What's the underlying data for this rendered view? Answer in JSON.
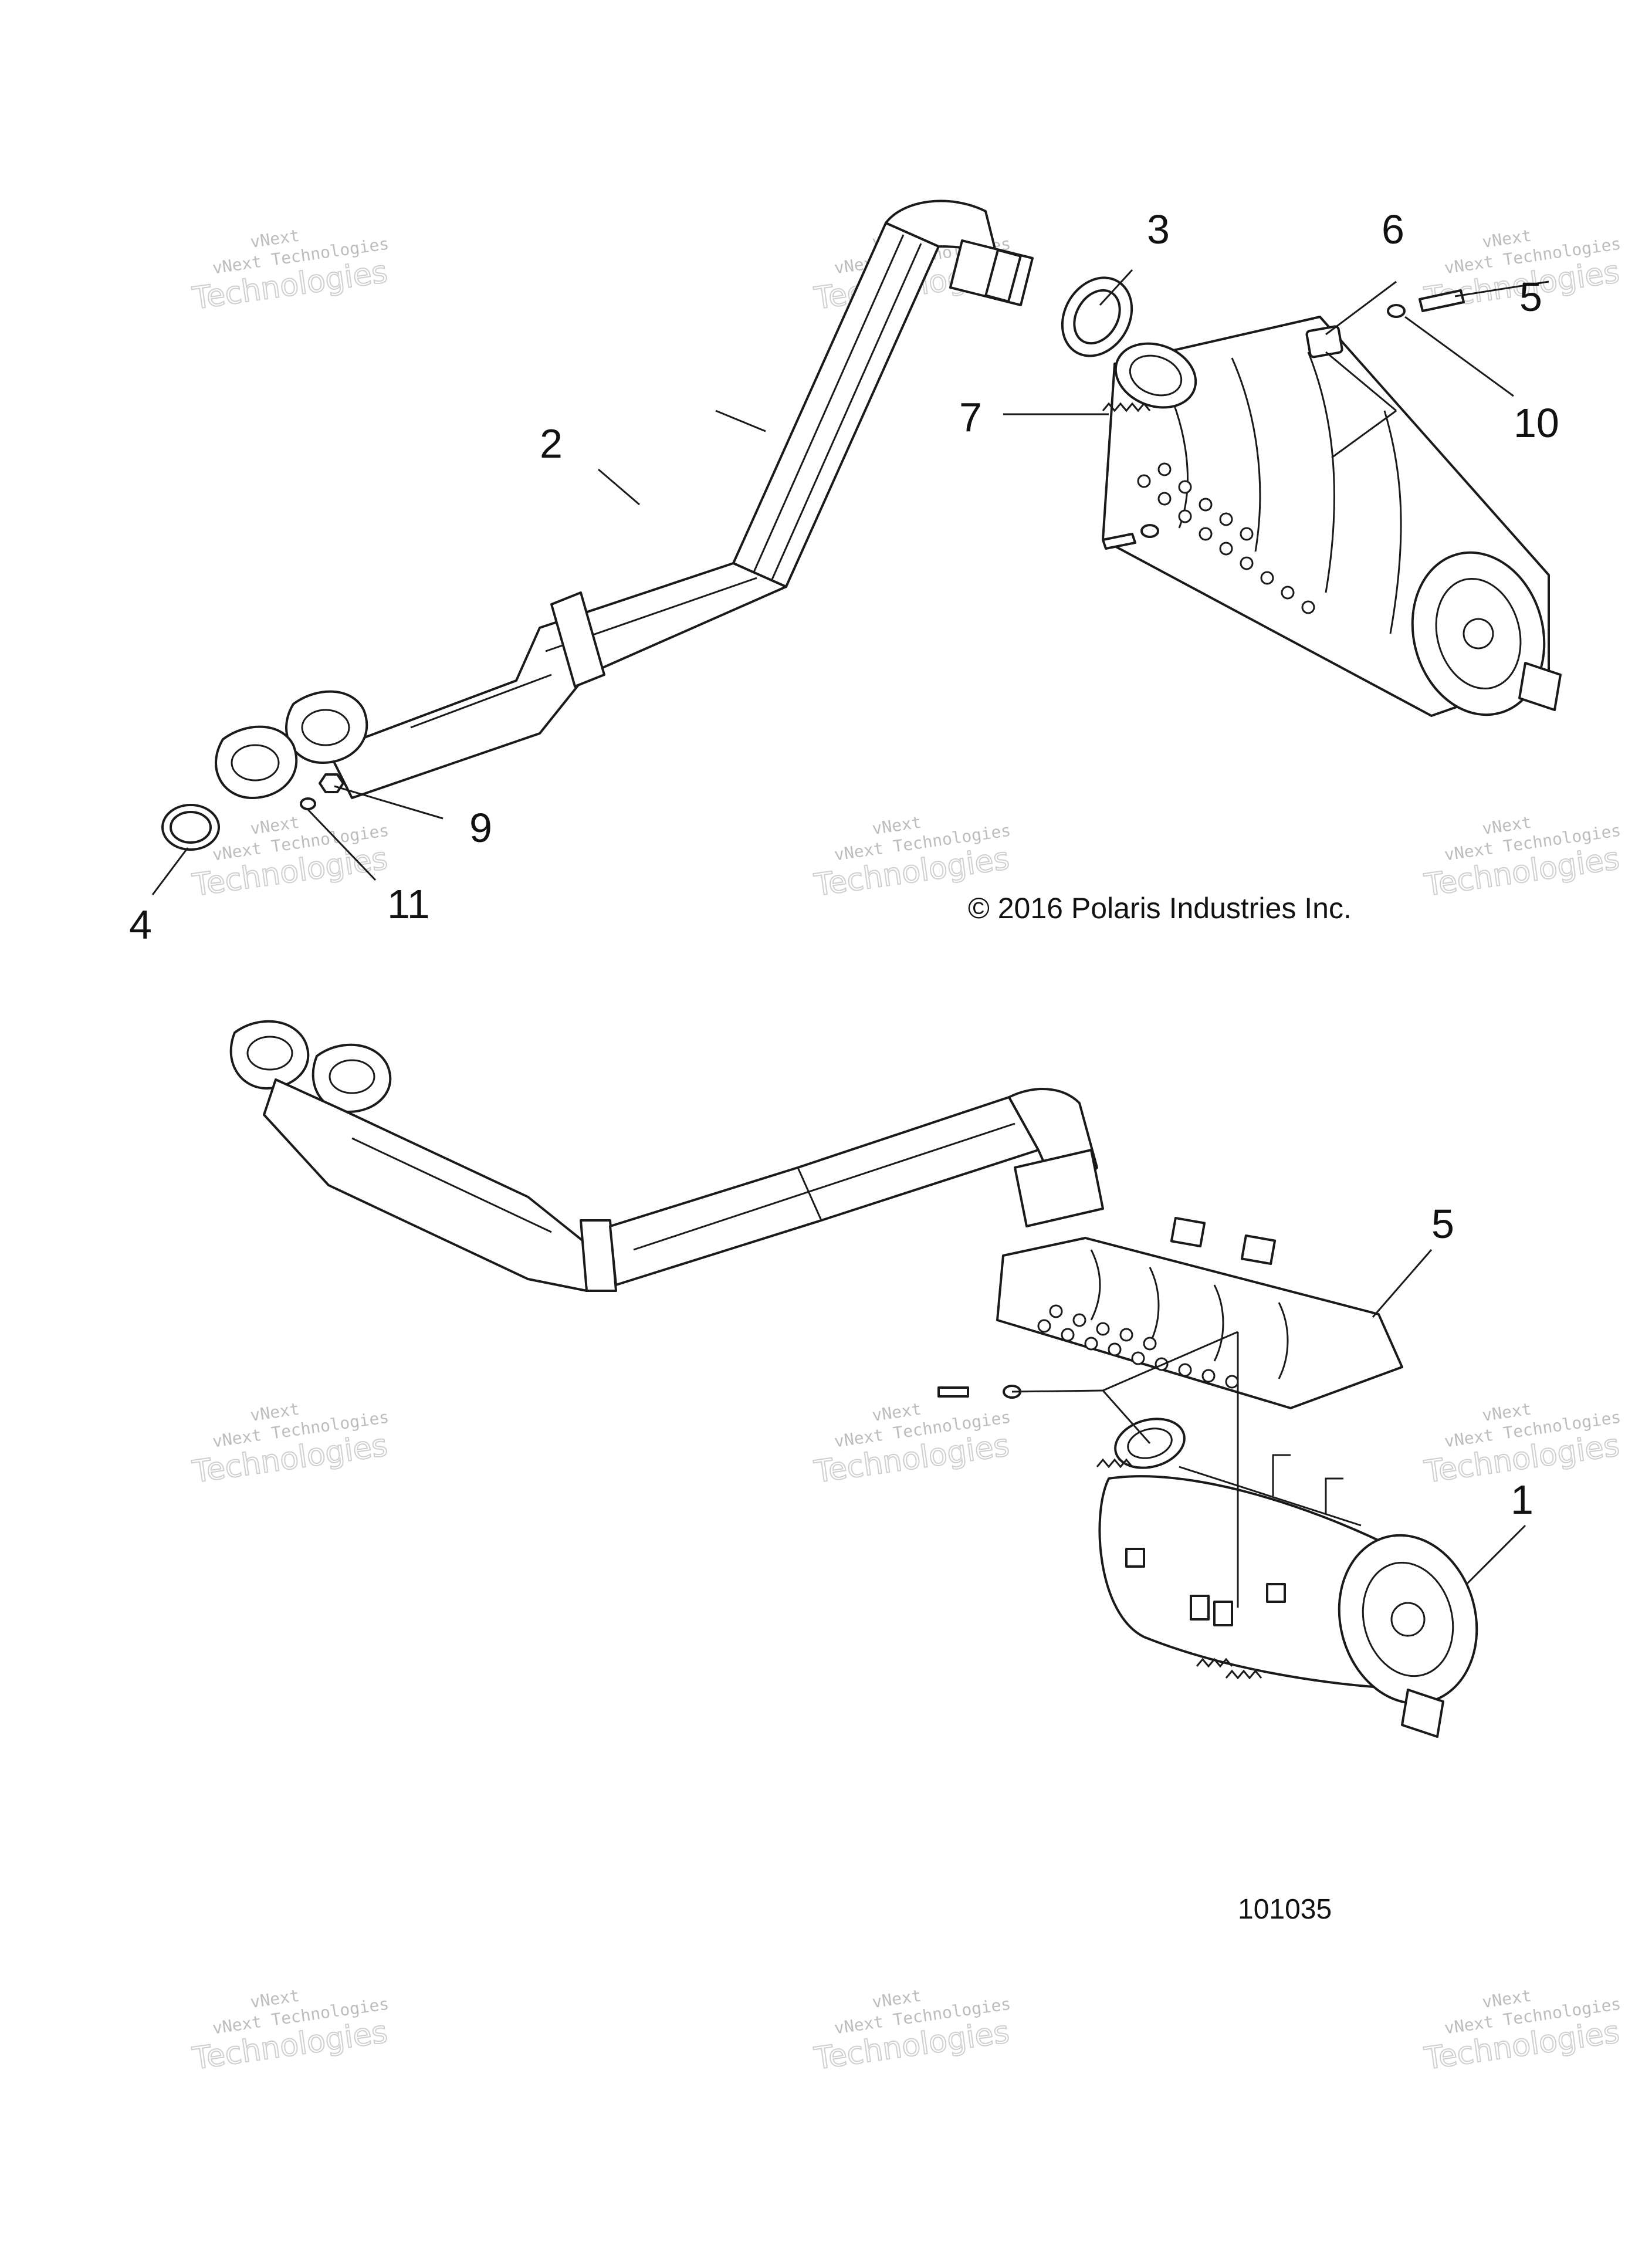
{
  "watermark": {
    "line1": "vNext",
    "line2": "vNext Technologies",
    "line3": "Technologies"
  },
  "copyright": "© 2016 Polaris Industries Inc.",
  "figure_number": "101035",
  "callouts": {
    "c1": "1",
    "c2": "2",
    "c3": "3",
    "c4": "4",
    "c5_top": "5",
    "c5_bottom": "5",
    "c6": "6",
    "c7": "7",
    "c9": "9",
    "c10": "10",
    "c11": "11"
  }
}
